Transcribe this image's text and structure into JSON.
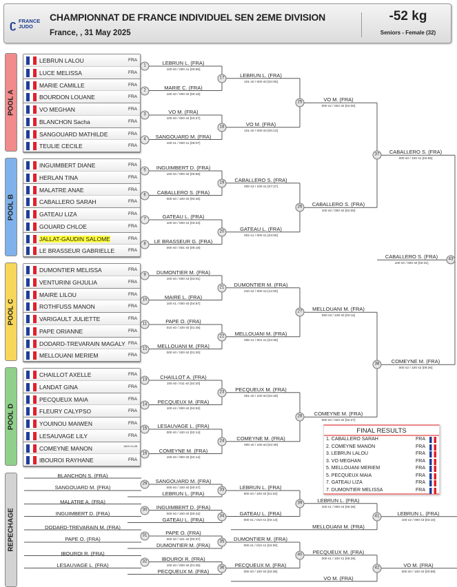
{
  "header": {
    "logo_text": "FRANCE JUDO",
    "title": "CHAMPIONNAT DE FRANCE INDIVIDUEL SEN 2EME DIVISION",
    "subtitle": "France, , 31 May 2025",
    "weight": "-52 kg",
    "category": "Seniors - Female (32)"
  },
  "colors": {
    "pool_a": "#f28b8b",
    "pool_b": "#7fb2ea",
    "pool_c": "#f7d65a",
    "pool_d": "#8fd08a",
    "repechage": "#d3d3d3",
    "highlight": "#ffff3c"
  },
  "pools": [
    {
      "label": "POOL A",
      "athletes": [
        {
          "name": "LEBRUN LALOU",
          "country": "FRA"
        },
        {
          "name": "LUCE MELISSA",
          "country": "FRA"
        },
        {
          "name": "MARIE CAMILLE",
          "country": "FRA"
        },
        {
          "name": "BOURDON LOUANE",
          "country": "FRA"
        },
        {
          "name": "VO MEGHAN",
          "country": "FRA"
        },
        {
          "name": "BLANCHON Sacha",
          "country": "FRA"
        },
        {
          "name": "SANGOUARD MATHILDE",
          "country": "FRA"
        },
        {
          "name": "TEULIE CECILE",
          "country": "FRA"
        }
      ]
    },
    {
      "label": "POOL B",
      "athletes": [
        {
          "name": "INGUIMBERT DIANE",
          "country": "FRA"
        },
        {
          "name": "HERLAN TINA",
          "country": "FRA"
        },
        {
          "name": "MALATRE ANAE",
          "country": "FRA"
        },
        {
          "name": "CABALLERO SARAH",
          "country": "FRA"
        },
        {
          "name": "GATEAU LIZA",
          "country": "FRA"
        },
        {
          "name": "GOUARD CHLOE",
          "country": "FRA"
        },
        {
          "name": "JALLAT-GAUDIN SALOME",
          "country": "FRA",
          "highlighted": true
        },
        {
          "name": "LE BRASSEUR GABRIELLE",
          "country": "FRA"
        }
      ]
    },
    {
      "label": "POOL C",
      "athletes": [
        {
          "name": "DUMONTIER MELISSA",
          "country": "FRA"
        },
        {
          "name": "VENTURINI GHJULIA",
          "country": "FRA"
        },
        {
          "name": "MAIRE LILOU",
          "country": "FRA"
        },
        {
          "name": "ROTHFUSS MANON",
          "country": "FRA"
        },
        {
          "name": "VARIGAULT JULIETTE",
          "country": "FRA"
        },
        {
          "name": "PAPE ORIANNE",
          "country": "FRA"
        },
        {
          "name": "DODARD-TREVARAIN MAGALY",
          "country": "FRA"
        },
        {
          "name": "MELLOUANI MERIEM",
          "country": "FRA"
        }
      ]
    },
    {
      "label": "POOL D",
      "athletes": [
        {
          "name": "CHAILLOT AXELLE",
          "country": "FRA"
        },
        {
          "name": "LANDAT GINA",
          "country": "FRA"
        },
        {
          "name": "PECQUEUX MAIA",
          "country": "FRA"
        },
        {
          "name": "FLEURY CALYPSO",
          "country": "FRA"
        },
        {
          "name": "YOUINOU MAIWEN",
          "country": "FRA"
        },
        {
          "name": "LESAUVAGE LILY",
          "country": "FRA"
        },
        {
          "name": "COMEYNE MANON",
          "country": "JUDO CLUB",
          "club": true
        },
        {
          "name": "IBOUROI RAYHANE",
          "country": "FRA"
        }
      ]
    }
  ],
  "repechage_label": "REPECHAGE",
  "matches": {
    "1": {
      "winner": "LEBRUN L. (FRA)",
      "score": "100 s0 / 000 s1 [00:56]"
    },
    "2": {
      "winner": "MARIE C. (FRA)",
      "score": "100 s0 / 000 s0 [00:16]"
    },
    "3": {
      "winner": "VO M. (FRA)",
      "score": "100 s0 / 000 s2 [04:27]"
    },
    "4": {
      "winner": "SANGOUARD M. (FRA)",
      "score": "100 s1 / 000 s1 [08:07]"
    },
    "5": {
      "winner": "INGUIMBERT D. (FRA)",
      "score": "100 s0 / 000 s0 [00:58]"
    },
    "6": {
      "winner": "CABALLERO S. (FRA)",
      "score": "000 s0 / 100 s0 [00:46]"
    },
    "7": {
      "winner": "GATEAU L. (FRA)",
      "score": "100 s0 / 000 s3 [03:34]"
    },
    "8": {
      "winner": "LE BRASSEUR G. (FRA)",
      "score": "000 s0 / 001 s0 [06:19]"
    },
    "9": {
      "winner": "DUMONTIER M. (FRA)",
      "score": "100 s0 / 000 s3 [03:01]"
    },
    "10": {
      "winner": "MAIRE L. (FRA)",
      "score": "100 s1 / 000 s0 [04:57]"
    },
    "11": {
      "winner": "PAPE O. (FRA)",
      "score": "010 s0 / 100 s0 [01:45]"
    },
    "12": {
      "winner": "MELLOUANI M. (FRA)",
      "score": "000 s0 / 020 s0 [01:20]"
    },
    "13": {
      "winner": "CHAILLOT A. (FRA)",
      "score": "100 s0 / 011 s0 [02:20]"
    },
    "14": {
      "winner": "PECQUEUX M. (FRA)",
      "score": "100 s2 / 000 s0 [04:52]"
    },
    "15": {
      "winner": "LESAUVAGE L. (FRA)",
      "score": "000 s0 / 100 s1 [02:14]"
    },
    "16": {
      "winner": "COMEYNE M. (FRA)",
      "score": "100 s0 / 000 s0 [02:14]"
    },
    "17": {
      "winner": "LEBRUN L. (FRA)",
      "score": "101 s0 / 000 s0 [02:05]"
    },
    "18": {
      "winner": "VO M. (FRA)",
      "score": "101 s0 / 000 s0 [00:13]"
    },
    "19": {
      "winner": "CABALLERO S. (FRA)",
      "score": "000 s3 / 100 s1 [07:27]"
    },
    "20": {
      "winner": "GATEAU L. (FRA)",
      "score": "002 s1 / 000 s1 [04:00]"
    },
    "21": {
      "winner": "DUMONTIER M. (FRA)",
      "score": "010 s2 / 000 s2 [12:00]"
    },
    "22": {
      "winner": "MELLOUANI M. (FRA)",
      "score": "000 s1 / 001 s1 [04:36]"
    },
    "23": {
      "winner": "PECQUEUX M. (FRA)",
      "score": "001 s0 / 100 s0 [02:28]"
    },
    "24": {
      "winner": "COMEYNE M. (FRA)",
      "score": "000 s0 / 100 s0 [02:39]"
    },
    "25": {
      "winner": "VO M. (FRA)",
      "score": "000 s2 / 002 s0 [04:00]"
    },
    "26": {
      "winner": "CABALLERO S. (FRA)",
      "score": "100 s0 / 000 s0 [02:00]"
    },
    "27": {
      "winner": "MELLOUANI M. (FRA)",
      "score": "000 s3 / 100 s0 [03:11]"
    },
    "28": {
      "winner": "COMEYNE M. (FRA)",
      "score": "000 s0 / 020 s0 [02:27]"
    },
    "37": {
      "winner": "CABALLERO S. (FRA)",
      "score": "000 s0 / 100 s1 [02:55]"
    },
    "38": {
      "winner": "COMEYNE M. (FRA)",
      "score": "000 s2 / 100 s2 [09:26]"
    },
    "43": {
      "winner": "CABALLERO S. (FRA)",
      "score": "100 s0 / 000 s0 [00:31]"
    },
    "29": {
      "entrants": [
        "BLANCHON S. (FRA)",
        "SANGOUARD M. (FRA)"
      ],
      "winner": "SANGOUARD M. (FRA)",
      "score": "000 s0 / 100 s0 [00:47]"
    },
    "30": {
      "entrants": [
        "MALATRE A. (FRA)",
        "INGUIMBERT D. (FRA)"
      ],
      "winner": "INGUIMBERT D. (FRA)",
      "score": "000 s0 / 100 s0 [00:42]"
    },
    "31": {
      "entrants": [
        "DODARD-TREVARAIN M. (FRA)",
        "PAPE O. (FRA)"
      ],
      "winner": "PAPE O. (FRA)",
      "score": "000 s0 / 101 s0 [00:37]"
    },
    "32": {
      "entrants": [
        "IBOUROI R. (FRA)",
        "LESAUVAGE L. (FRA)"
      ],
      "winner": "IBOUROI R. (FRA)",
      "score": "100 s0 / 000 s0 [01:05]"
    },
    "33": {
      "entrant": "LEBRUN L. (FRA)",
      "winner": "LEBRUN L. (FRA)",
      "score": "000 s0 / 100 s0 [01:02]"
    },
    "34": {
      "entrant": "GATEAU L. (FRA)",
      "winner": "GATEAU L. (FRA)",
      "score": "000 s1 / 010 s1 [04:14]"
    },
    "35": {
      "entrant": "DUMONTIER M. (FRA)",
      "winner": "DUMONTIER M. (FRA)",
      "score": "000 s1 / 010 s1 [04:00]"
    },
    "36": {
      "entrant": "PECQUEUX M. (FRA)",
      "winner": "PECQUEUX M. (FRA)",
      "score": "000 s0 / 100 s0 [03:36]"
    },
    "39": {
      "winner": "LEBRUN L. (FRA)",
      "score": "100 s1 / 000 s3 [05:36]"
    },
    "40": {
      "winner": "PECQUEUX M. (FRA)",
      "score": "000 s1 / 100 s1 [05:26]"
    },
    "41": {
      "entrant": "MELLOUANI M. (FRA)",
      "winner": "LEBRUN L. (FRA)",
      "score": "100 s2 / 000 s3 [03:10]"
    },
    "42": {
      "entrant": "VO M. (FRA)",
      "winner": "VO M. (FRA)",
      "score": "000 s0 / 100 s0 [00:59]"
    }
  },
  "final_results": {
    "title": "FINAL RESULTS",
    "rows": [
      {
        "text": "1. CABALLERO SARAH",
        "country": "FRA"
      },
      {
        "text": "2. COMEYNE MANON",
        "country": "FRA"
      },
      {
        "text": "3. LEBRUN LALOU",
        "country": "FRA"
      },
      {
        "text": "3. VO MEGHAN",
        "country": "FRA"
      },
      {
        "text": "5. MELLOUANI MERIEM",
        "country": "FRA"
      },
      {
        "text": "5. PECQUEUX MAIA",
        "country": "FRA"
      },
      {
        "text": "7. GATEAU LIZA",
        "country": "FRA"
      },
      {
        "text": "7. DUMONTIER MELISSA",
        "country": "FRA"
      }
    ]
  }
}
